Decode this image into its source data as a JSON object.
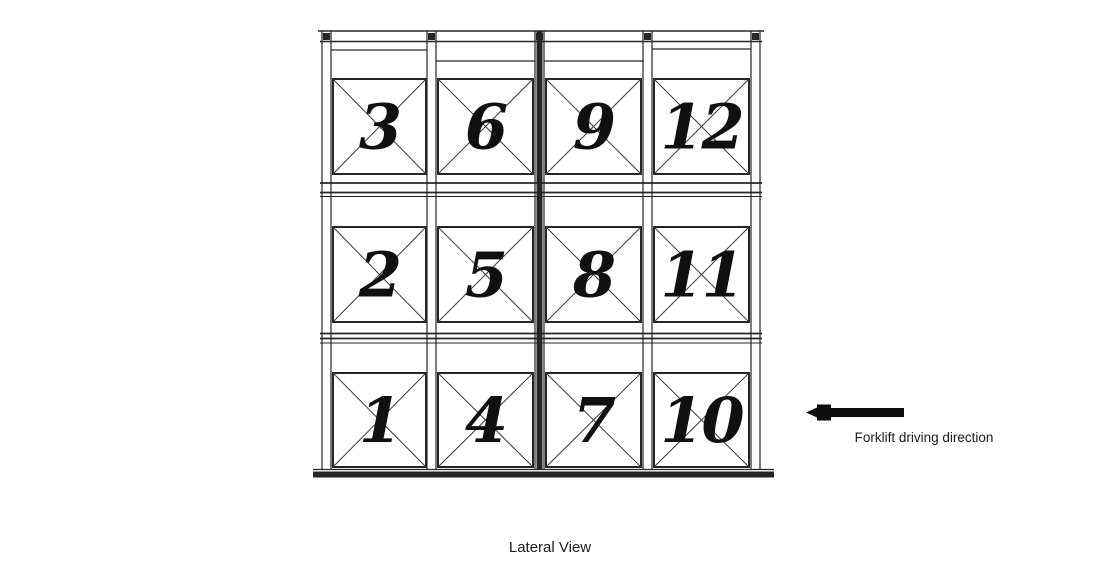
{
  "diagram": {
    "caption": "Lateral View",
    "arrow_label": "Forklift driving direction",
    "colors": {
      "line": "#262626",
      "brace": "#3c3c3c",
      "number": "#101010",
      "arrow": "#0d0d0d",
      "background": "#ffffff"
    },
    "rack": {
      "columns": 4,
      "levels": 3,
      "rows": [
        {
          "level": "top",
          "cell_numbers": [
            "3",
            "6",
            "9",
            "12"
          ]
        },
        {
          "level": "middle",
          "cell_numbers": [
            "2",
            "5",
            "8",
            "11"
          ]
        },
        {
          "level": "bottom",
          "cell_numbers": [
            "1",
            "4",
            "7",
            "10"
          ]
        }
      ]
    }
  }
}
